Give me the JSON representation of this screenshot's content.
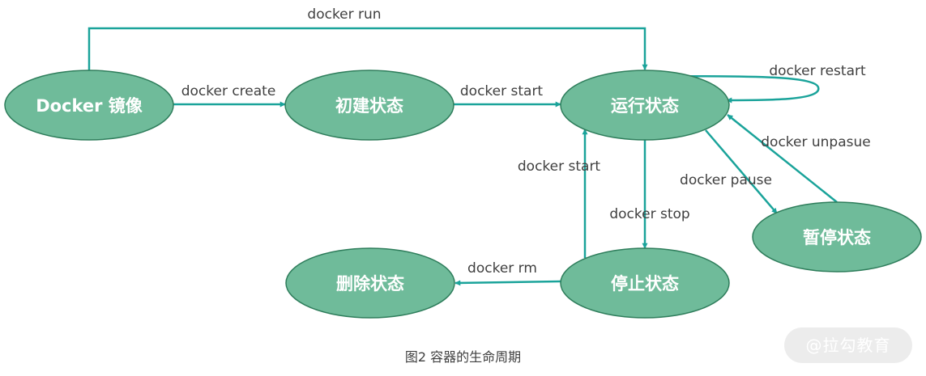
{
  "nodes": {
    "image": "Docker 镜像",
    "created": "初建状态",
    "running": "运行状态",
    "paused": "暂停状态",
    "deleted": "删除状态",
    "stopped": "停止状态"
  },
  "edges": {
    "run": "docker run",
    "create": "docker create",
    "start_from_created": "docker start",
    "restart": "docker restart",
    "unpause": "docker unpasue",
    "pause": "docker pause",
    "start_from_stopped": "docker start",
    "stop": "docker stop",
    "rm": "docker rm"
  },
  "caption": "图2 容器的生命周期",
  "watermark": "@拉勾教育",
  "colors": {
    "node_fill": "#6FBB9A",
    "node_stroke": "#2E7D5B",
    "arrow": "#1AA39A"
  }
}
